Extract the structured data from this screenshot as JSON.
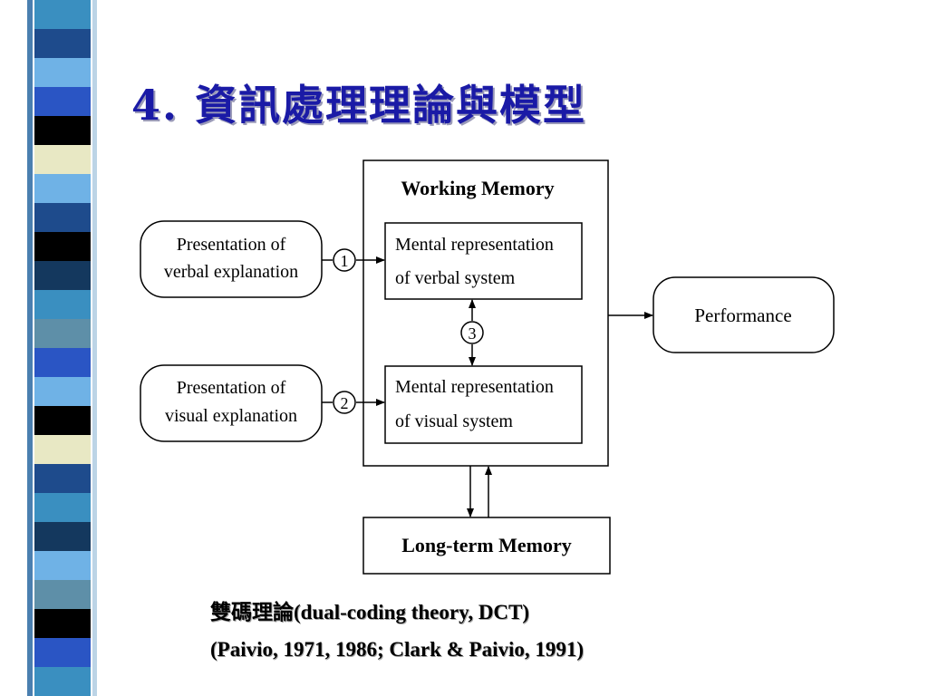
{
  "slide": {
    "title": "4. 資訊處理理論與模型"
  },
  "decor": {
    "stripe_colors": [
      "#000000",
      "#1e4b8c",
      "#3a8fc0",
      "#6fb2e6",
      "#5e8fa8",
      "#e8e8c4",
      "#2a55c4",
      "#14385e"
    ]
  },
  "diagram": {
    "working_memory": {
      "label": "Working Memory"
    },
    "verbal_input": {
      "line1": "Presentation of",
      "line2": "verbal explanation"
    },
    "visual_input": {
      "line1": "Presentation of",
      "line2": "visual explanation"
    },
    "verbal_system": {
      "line1": "Mental representation",
      "line2": "of verbal system"
    },
    "visual_system": {
      "line1": "Mental representation",
      "line2": "of visual system"
    },
    "performance": {
      "label": "Performance"
    },
    "long_term_memory": {
      "label": "Long-term Memory"
    },
    "markers": {
      "m1": "1",
      "m2": "2",
      "m3": "3"
    }
  },
  "caption": {
    "line1": "雙碼理論(dual-coding theory, DCT)",
    "line2": "(Paivio, 1971, 1986; Clark & Paivio, 1991)"
  }
}
